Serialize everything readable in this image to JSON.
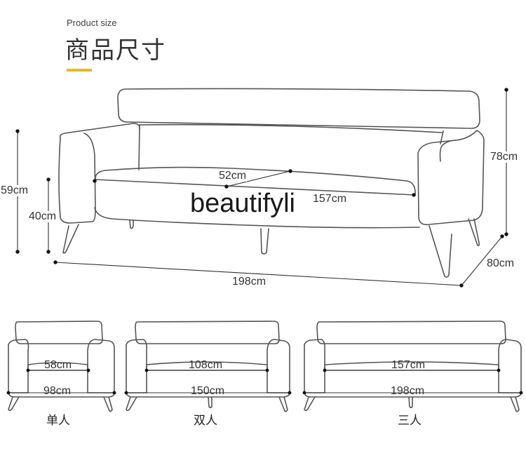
{
  "header": {
    "subtitle": "Product size",
    "title": "商品尺寸",
    "accent_color": "#e8b923"
  },
  "watermark": "beautifyli",
  "main_sofa": {
    "height_total": "78cm",
    "back_height": "59cm",
    "seat_height": "40cm",
    "seat_depth": "52cm",
    "seat_width": "157cm",
    "overall_width": "198cm",
    "overall_depth": "80cm"
  },
  "variants": [
    {
      "label": "单人",
      "seat_width": "58cm",
      "overall_width": "98cm"
    },
    {
      "label": "双人",
      "seat_width": "108cm",
      "overall_width": "150cm"
    },
    {
      "label": "三人",
      "seat_width": "157cm",
      "overall_width": "198cm"
    }
  ]
}
